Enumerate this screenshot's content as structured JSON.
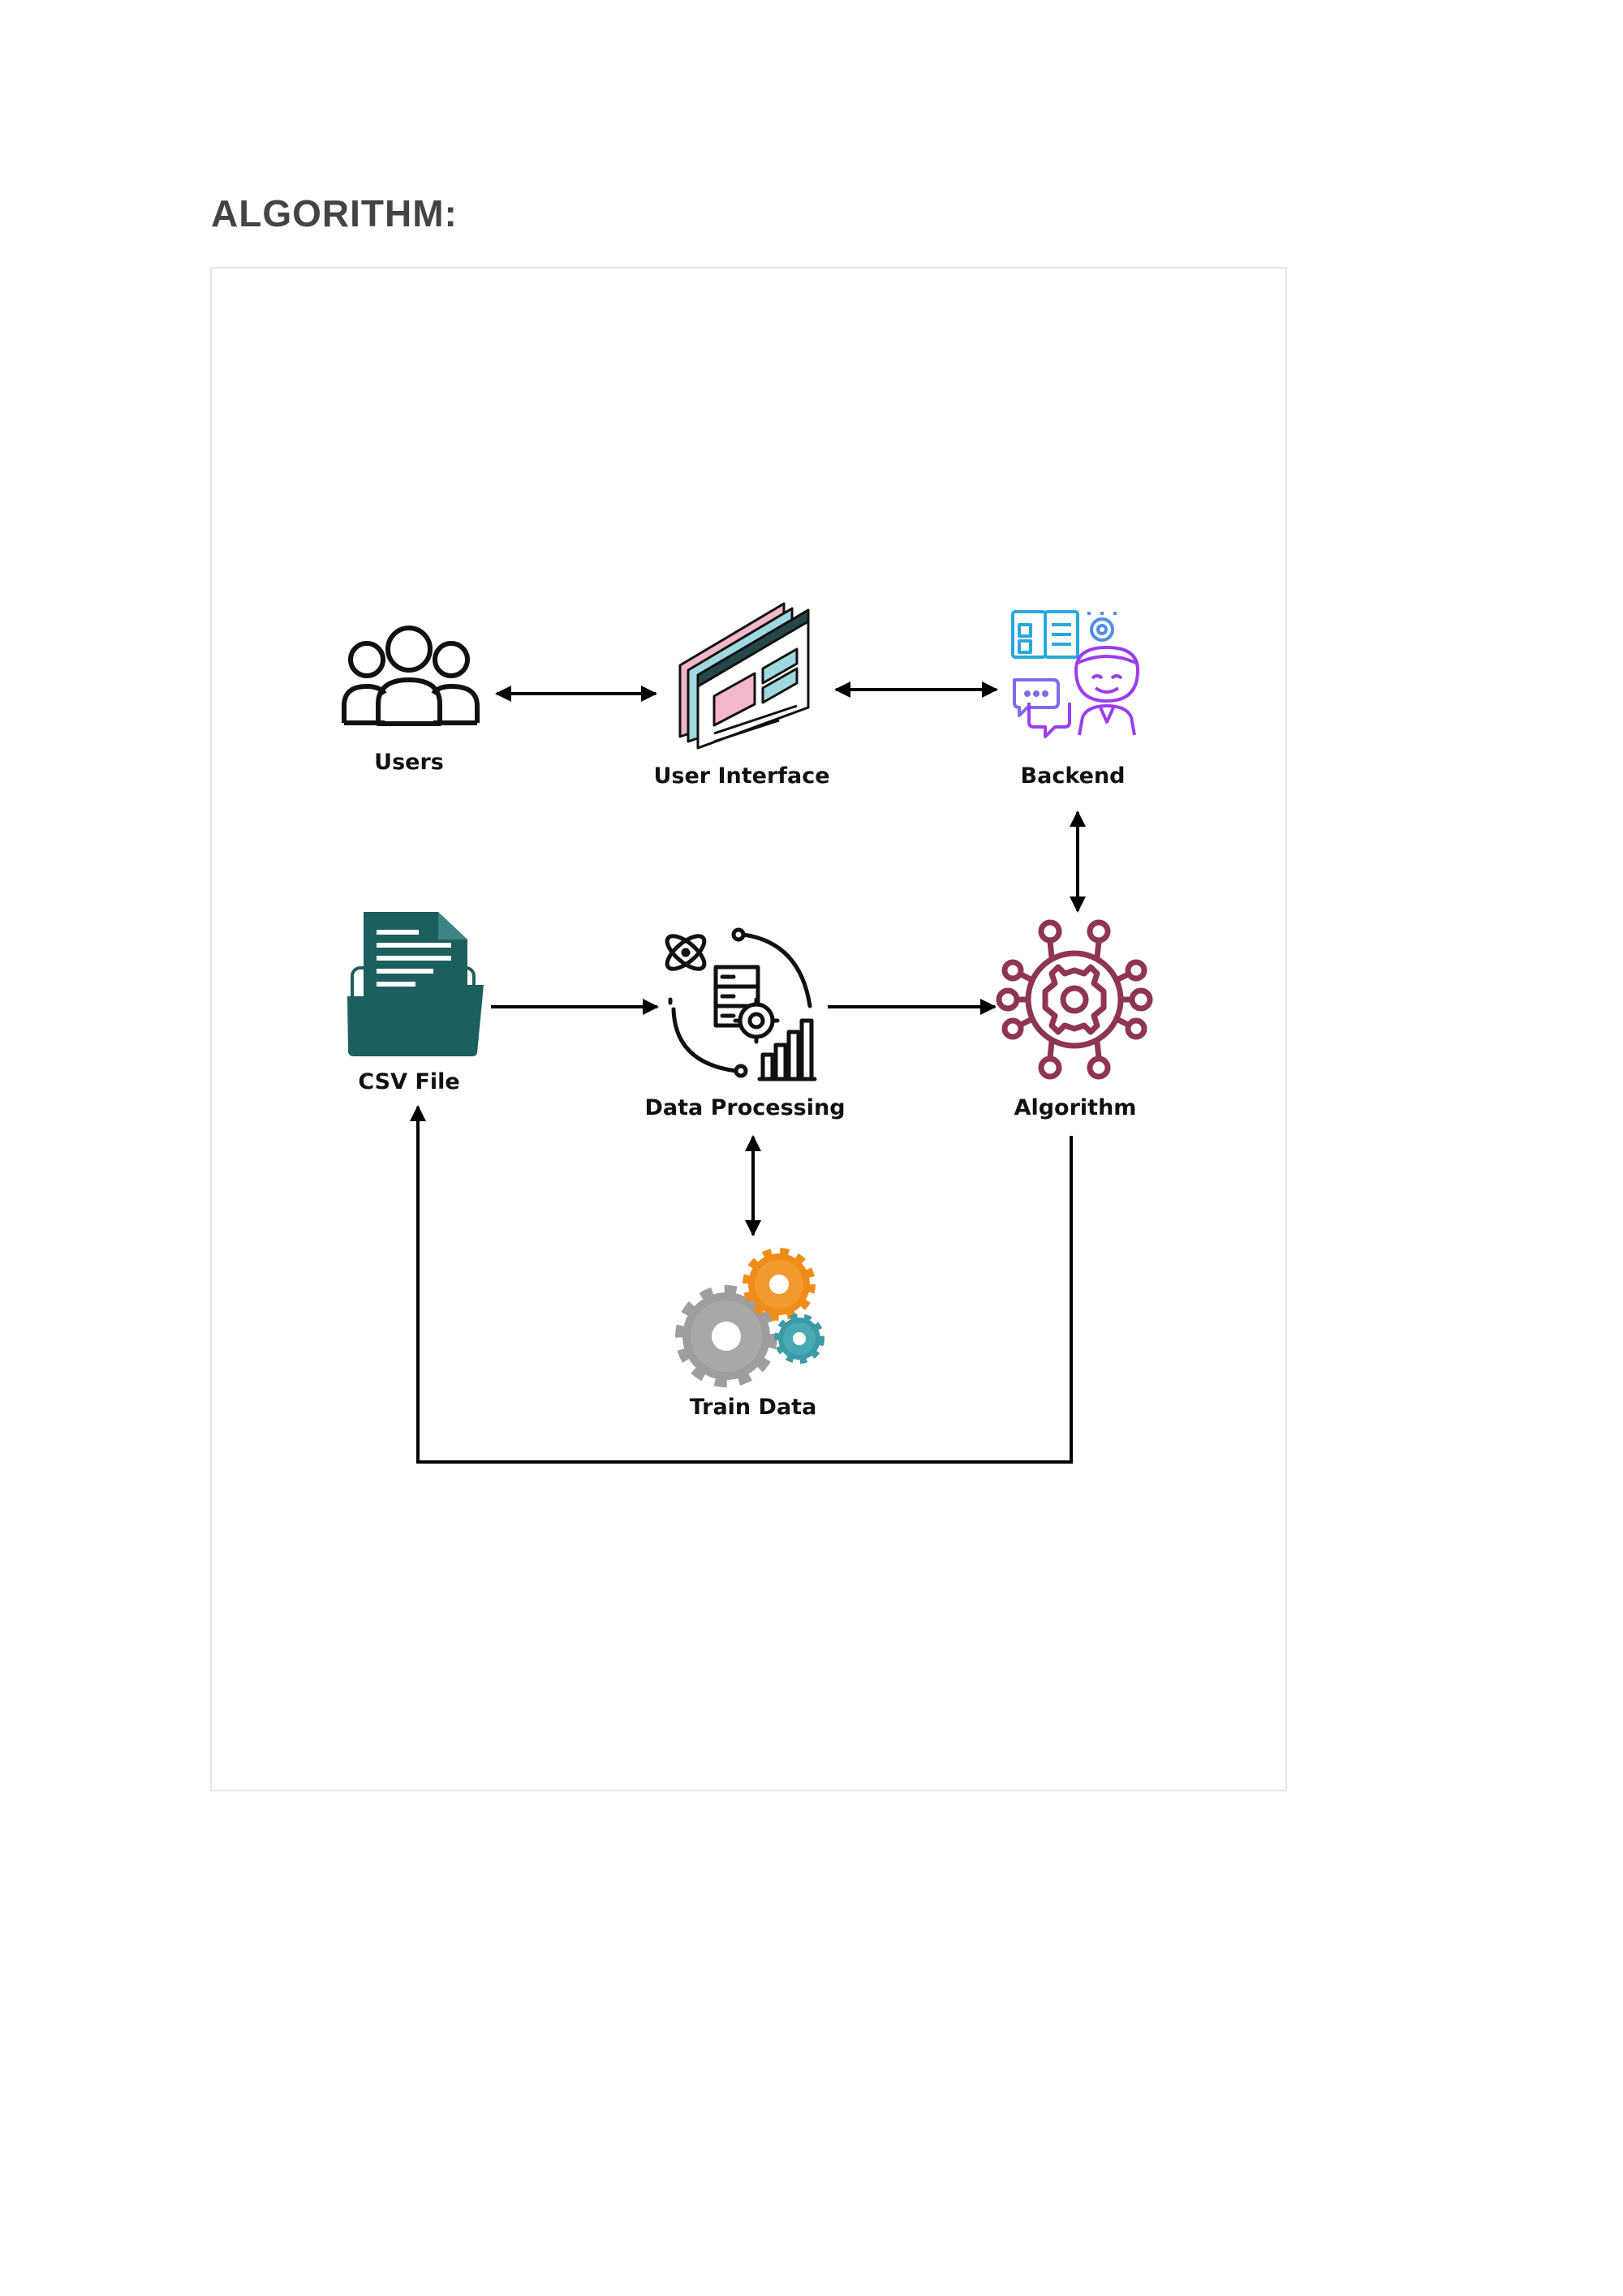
{
  "page": {
    "heading": "ALGORITHM:"
  },
  "diagram": {
    "nodes": {
      "users": {
        "label": "Users",
        "icon": "users-icon"
      },
      "ui": {
        "label": "User Interface",
        "icon": "user-interface-icon"
      },
      "backend": {
        "label": "Backend",
        "icon": "backend-icon"
      },
      "csv": {
        "label": "CSV File",
        "icon": "csv-file-folder-icon"
      },
      "processing": {
        "label": "Data Processing",
        "icon": "data-processing-icon"
      },
      "algorithm": {
        "label": "Algorithm",
        "icon": "algorithm-gear-network-icon"
      },
      "train": {
        "label": "Train Data",
        "icon": "train-data-gears-icon"
      }
    },
    "edges": [
      {
        "from": "Users",
        "to": "User Interface",
        "direction": "both"
      },
      {
        "from": "User Interface",
        "to": "Backend",
        "direction": "both"
      },
      {
        "from": "Backend",
        "to": "Algorithm",
        "direction": "both"
      },
      {
        "from": "CSV File",
        "to": "Data Processing",
        "direction": "forward"
      },
      {
        "from": "Data Processing",
        "to": "Algorithm",
        "direction": "forward"
      },
      {
        "from": "Data Processing",
        "to": "Train Data",
        "direction": "both"
      },
      {
        "from": "Algorithm",
        "to": "CSV File",
        "direction": "forward"
      }
    ],
    "colors": {
      "users": "#111111",
      "csv": "#1d5e5e",
      "algorithm": "#8e3552",
      "backend_blue": "#2aa7e0",
      "backend_purple": "#9b3ef0",
      "gear_orange": "#f08c1a",
      "gear_gray": "#9e9e9e",
      "gear_teal": "#3b9aa6",
      "ui_pink": "#f2b7c8",
      "ui_cyan": "#9fd8df"
    }
  }
}
